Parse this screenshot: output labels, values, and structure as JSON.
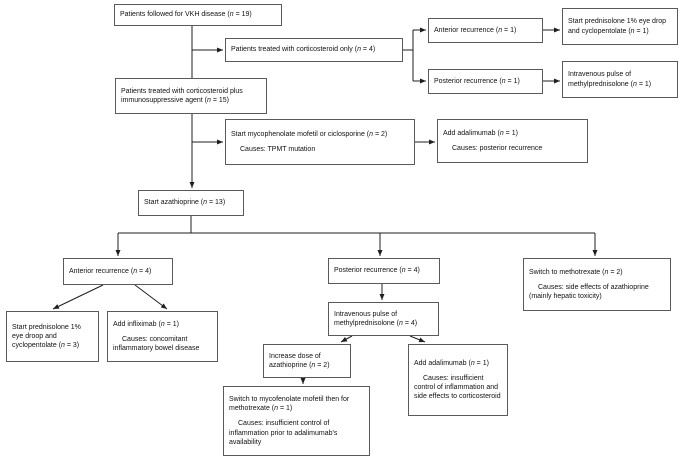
{
  "figure": {
    "type": "flowchart",
    "description_visible": false
  },
  "colors": {
    "background": "#ffffff",
    "box_border": "#5a5a5a",
    "line": "#1f1f1f",
    "text": "#111111"
  },
  "nodes": {
    "b1": {
      "label": "Patients followed for VKH disease (n = 19)"
    },
    "b2": {
      "label": "Patients treated with corticosteroid only (n = 4)"
    },
    "b3": {
      "label": "Anterior recurrence (n = 1)"
    },
    "b4": {
      "label": "Start prednisolone 1% eye drop and cyclopentolate (n = 1)"
    },
    "b5": {
      "label": "Posterior recurrence (n = 1)"
    },
    "b6": {
      "label": "Intravenous pulse of methylprednisolone (n = 1)"
    },
    "b7": {
      "label": "Patients treated with corticosteroid plus immunosuppressive agent (n = 15)"
    },
    "b8": {
      "label": "Start mycophenolate mofetil or ciclosporine (n = 2)",
      "cause": "Causes: TPMT mutation"
    },
    "b9": {
      "label": "Add adalimumab (n = 1)",
      "cause": "Causes: posterior recurrence"
    },
    "b10": {
      "label": "Start azathioprine (n = 13)"
    },
    "b11": {
      "label": "Anterior recurrence (n = 4)"
    },
    "b12": {
      "label": "Posterior recurrence (n = 4)"
    },
    "b13": {
      "label": "Switch to methotrexate (n = 2)",
      "cause": "Causes: side effects of azathioprine (mainly hepatic toxicity)"
    },
    "b14": {
      "label": "Start prednisolone 1% eye droop and cyclopentolate (n = 3)"
    },
    "b15": {
      "label": "Add infliximab (n = 1)",
      "cause": "Causes: concomitant inflammatory bowel disease"
    },
    "b16": {
      "label": "Intravenous pulse of methylprednisolone (n = 4)"
    },
    "b17": {
      "label": "Increase dose of azathioprine (n = 2)"
    },
    "b18": {
      "label": "Add adalimumab (n = 1)",
      "cause": "Causes: insufficient control of inflammation and side effects to corticosteroid"
    },
    "b19": {
      "label": "Switch to mycofenolate mofetil then for methotrexate (n = 1)",
      "cause": "Causes: insufficient control of inflammation prior to adalimumab's availability"
    }
  },
  "edges": [
    [
      "b1",
      "b2"
    ],
    [
      "b1",
      "b7"
    ],
    [
      "b2",
      "b3"
    ],
    [
      "b2",
      "b5"
    ],
    [
      "b3",
      "b4"
    ],
    [
      "b5",
      "b6"
    ],
    [
      "b7",
      "b8"
    ],
    [
      "b7",
      "b10"
    ],
    [
      "b8",
      "b9"
    ],
    [
      "b10",
      "b11"
    ],
    [
      "b10",
      "b12"
    ],
    [
      "b10",
      "b13"
    ],
    [
      "b11",
      "b14"
    ],
    [
      "b11",
      "b15"
    ],
    [
      "b12",
      "b16"
    ],
    [
      "b16",
      "b17"
    ],
    [
      "b16",
      "b18"
    ],
    [
      "b17",
      "b19"
    ]
  ]
}
